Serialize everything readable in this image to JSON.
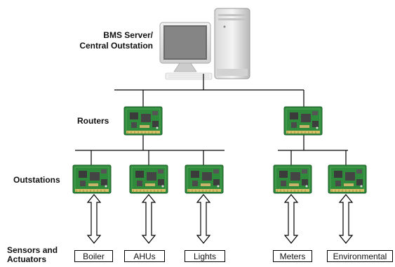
{
  "labels": {
    "server": [
      "BMS Server/",
      "Central Outstation"
    ],
    "routers": "Routers",
    "outstations": "Outstations",
    "sensors": [
      "Sensors and",
      "Actuators"
    ]
  },
  "devices": [
    "Boiler",
    "AHUs",
    "Lights",
    "Meters",
    "Environmental"
  ],
  "colors": {
    "board": "#2f8a3c",
    "board_dark": "#1c5e27",
    "chip": "#444444",
    "line": "#000000"
  },
  "icons": {
    "server": "computer-tower-icon",
    "router": "circuit-board-icon",
    "outstation": "circuit-board-icon",
    "link": "double-arrow-icon"
  }
}
